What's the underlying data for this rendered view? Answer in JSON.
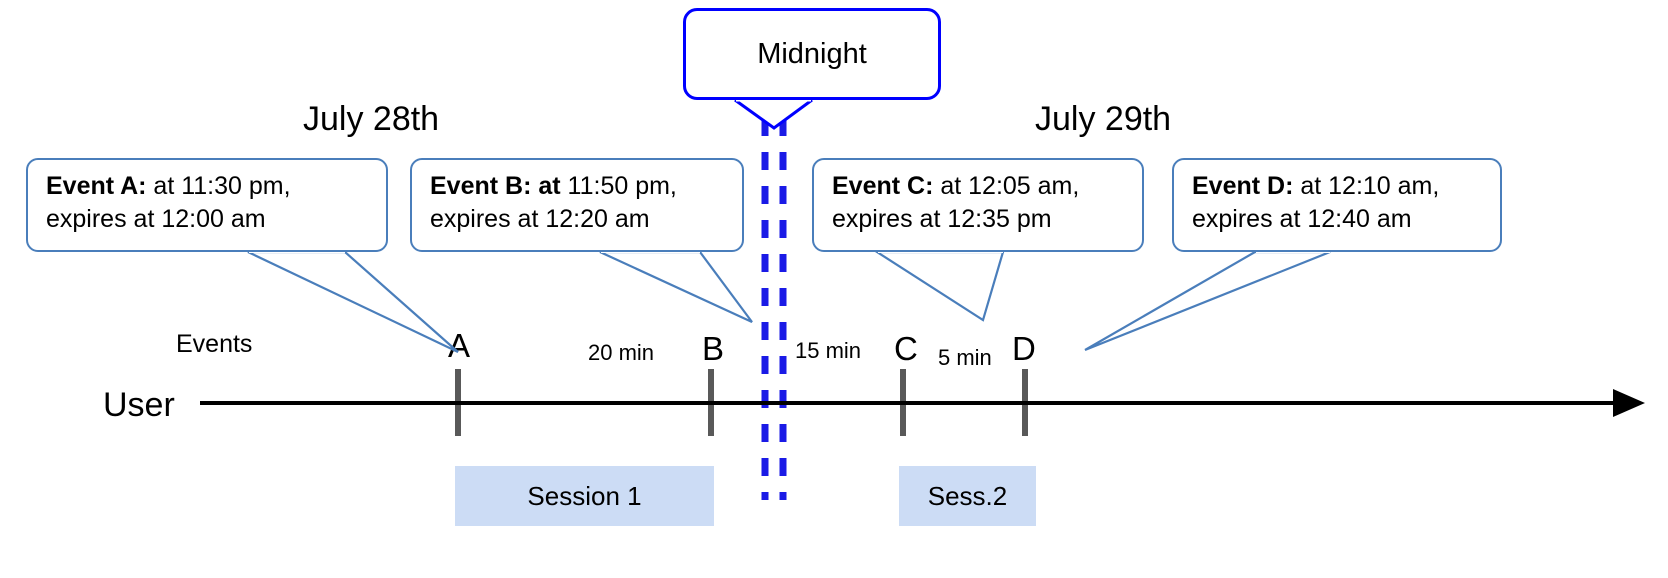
{
  "diagram": {
    "title_boxes": {
      "midnight": "Midnight"
    },
    "day_labels": [
      {
        "text": "July 28th"
      },
      {
        "text": "July 29th"
      }
    ],
    "row_labels": {
      "events": "Events",
      "user": "User"
    },
    "callouts": [
      {
        "name": "event-a",
        "bold": "Event A:",
        "rest": " at 11:30 pm,",
        "line2": "expires at 12:00 am"
      },
      {
        "name": "event-b",
        "bold": "Event B: at",
        "rest": " 11:50 pm,",
        "line2": "expires at 12:20 am"
      },
      {
        "name": "event-c",
        "bold": "Event C:",
        "rest": " at 12:05 am,",
        "line2": "expires at 12:35 pm"
      },
      {
        "name": "event-d",
        "bold": "Event D:",
        "rest": "  at 12:10 am,",
        "line2": "expires at 12:40 am"
      }
    ],
    "event_markers": [
      {
        "label": "A"
      },
      {
        "label": "B"
      },
      {
        "label": "C"
      },
      {
        "label": "D"
      }
    ],
    "gap_labels": [
      {
        "text": "20 min"
      },
      {
        "text": "15 min"
      },
      {
        "text": "5 min"
      }
    ],
    "sessions": [
      {
        "label": "Session 1"
      },
      {
        "label": "Sess.2"
      }
    ],
    "colors": {
      "callout_border": "#4a7ebb",
      "midnight_border": "#0000ff",
      "midnight_line": "#1a1ae6",
      "session_fill": "#ccdcf5",
      "tick": "#595959",
      "axis": "#000000"
    }
  }
}
